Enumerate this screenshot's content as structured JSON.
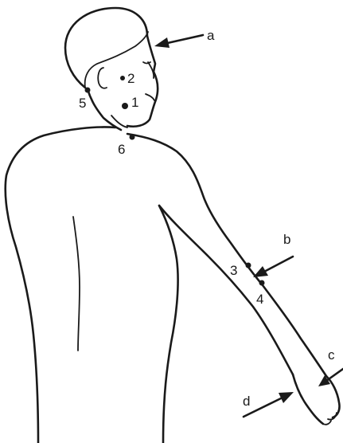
{
  "points": [
    {
      "label": "1"
    },
    {
      "label": "2"
    },
    {
      "label": "3"
    },
    {
      "label": "4"
    },
    {
      "label": "5"
    },
    {
      "label": "6"
    }
  ],
  "arrows": [
    {
      "label": "a"
    },
    {
      "label": "b"
    },
    {
      "label": "c"
    },
    {
      "label": "d"
    }
  ]
}
